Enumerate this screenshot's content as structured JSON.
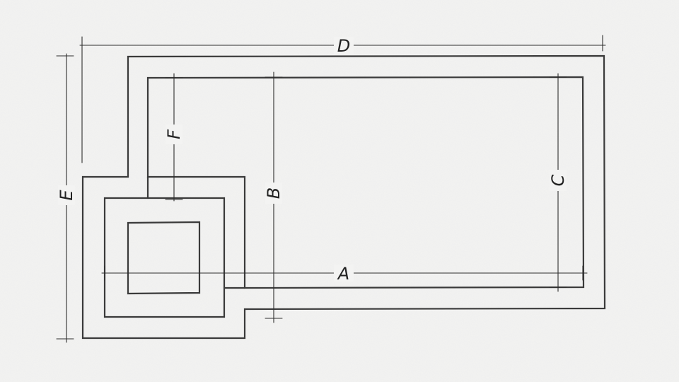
{
  "diagram": {
    "labels": {
      "a": "A",
      "b": "B",
      "c": "C",
      "d": "D",
      "e": "E",
      "f": "F"
    },
    "colors": {
      "ink": "#3a3a3a",
      "paper": "#f3f3f2"
    }
  }
}
